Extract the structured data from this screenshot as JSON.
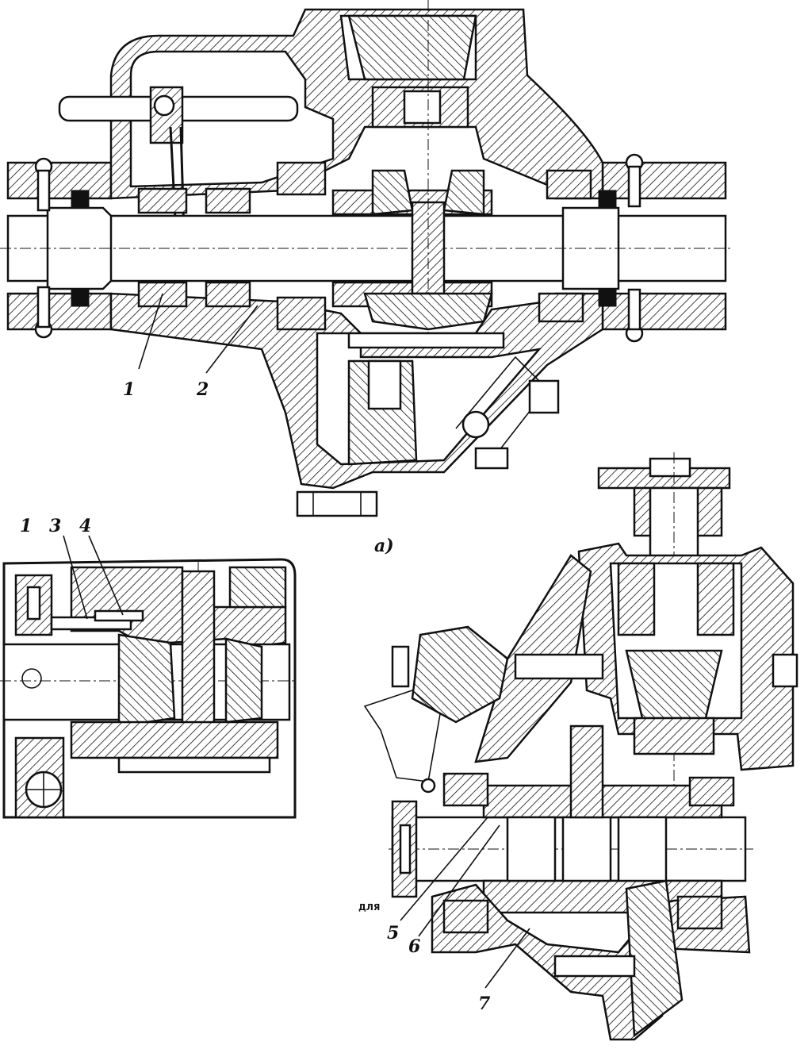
{
  "figure": {
    "view_a": {
      "caption": "а)",
      "callouts": [
        {
          "id": "1",
          "text": "1"
        },
        {
          "id": "2",
          "text": "2"
        }
      ]
    },
    "view_b": {
      "callouts": [
        {
          "id": "1",
          "text": "1"
        },
        {
          "id": "3",
          "text": "3"
        },
        {
          "id": "4",
          "text": "4"
        }
      ]
    },
    "view_c": {
      "side_note": "ДЛЯ",
      "callouts": [
        {
          "id": "5",
          "text": "5"
        },
        {
          "id": "6",
          "text": "6"
        },
        {
          "id": "7",
          "text": "7"
        }
      ]
    }
  },
  "colors": {
    "ink": "#111111",
    "paper": "#ffffff"
  }
}
